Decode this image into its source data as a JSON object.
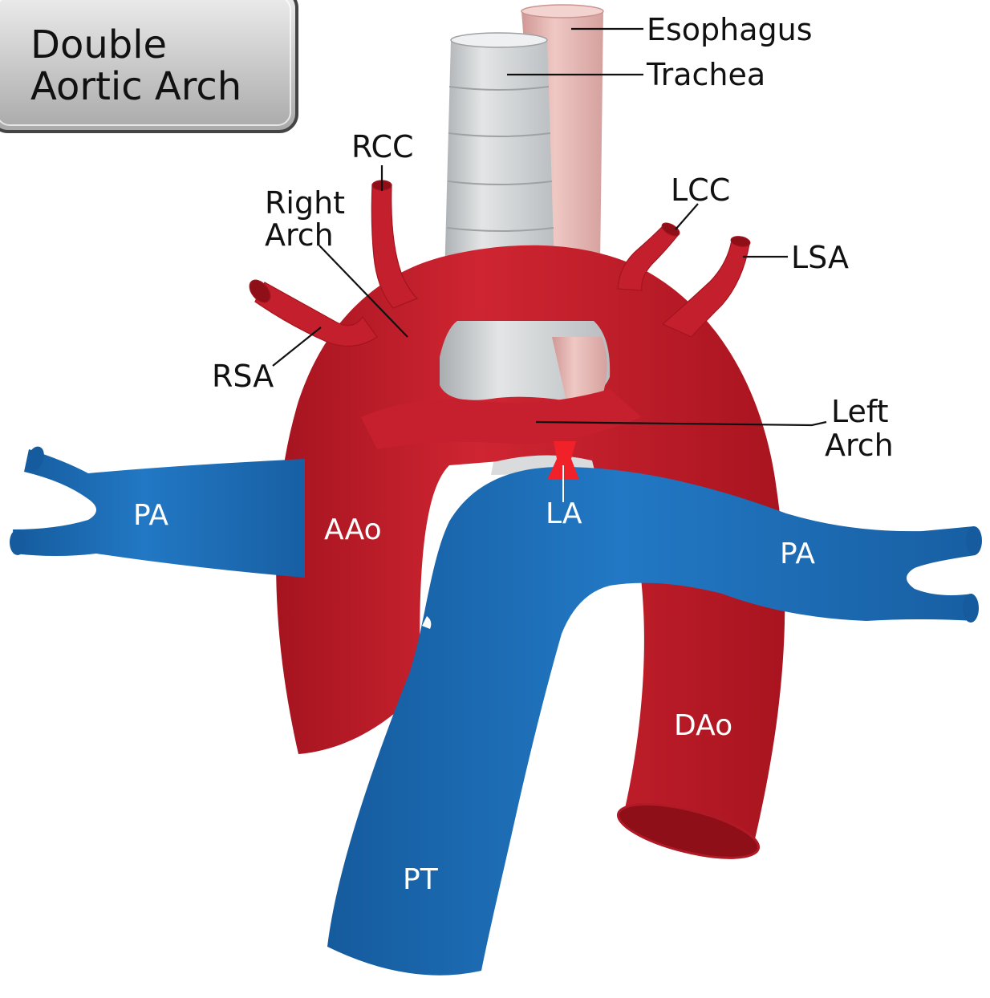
{
  "title": {
    "line1": "Double",
    "line2": "Aortic Arch"
  },
  "labels": {
    "esophagus": "Esophagus",
    "trachea": "Trachea",
    "rcc": "RCC",
    "right_arch_line1": "Right",
    "right_arch_line2": "Arch",
    "lcc": "LCC",
    "lsa": "LSA",
    "rsa": "RSA",
    "left_arch_line1": "Left",
    "left_arch_line2": "Arch",
    "pa_left": "PA",
    "aao": "AAo",
    "la": "LA",
    "pa_right": "PA",
    "dao": "DAo",
    "pt": "PT"
  },
  "colors": {
    "aorta": "#C8202F",
    "pulmonary": "#1F72BD",
    "trachea": "#C9CCCE",
    "esophagus": "#E3B2AE",
    "ligament": "#F02128",
    "title_box": "#D2D2D2"
  }
}
